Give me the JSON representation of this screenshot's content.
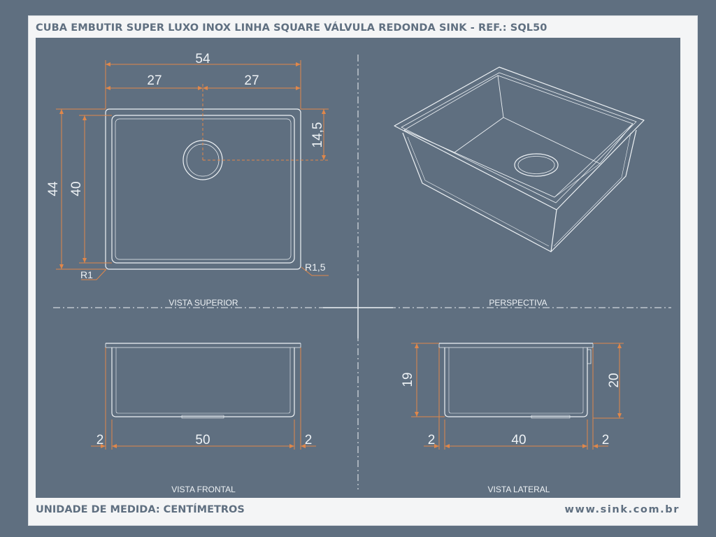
{
  "title": "CUBA EMBUTIR SUPER LUXO INOX LINHA SQUARE VÁLVULA REDONDA SINK - REF.: SQL50",
  "footer": {
    "unit": "UNIDADE DE MEDIDA: CENTÍMETROS",
    "website": "www.sink.com.br"
  },
  "views": {
    "top": {
      "label": "VISTA SUPERIOR",
      "dim_width": "54",
      "dim_half_left": "27",
      "dim_half_right": "27",
      "dim_outer_height": "44",
      "dim_inner_height": "40",
      "dim_drain_offset": "14,5",
      "radius_left": "R1",
      "radius_right": "R1,5"
    },
    "perspective": {
      "label": "PERSPECTIVA"
    },
    "front": {
      "label": "VISTA FRONTAL",
      "dim_left": "2",
      "dim_center": "50",
      "dim_right": "2"
    },
    "side": {
      "label": "VISTA LATERAL",
      "dim_left": "2",
      "dim_center": "40",
      "dim_right": "2",
      "dim_height_left": "19",
      "dim_height_right": "20"
    }
  },
  "colors": {
    "background": "#5f6f80",
    "line": "#eef2f5",
    "dimension": "#e0874a",
    "frame": "#f4f5f6",
    "text_dark": "#5f6f80"
  }
}
